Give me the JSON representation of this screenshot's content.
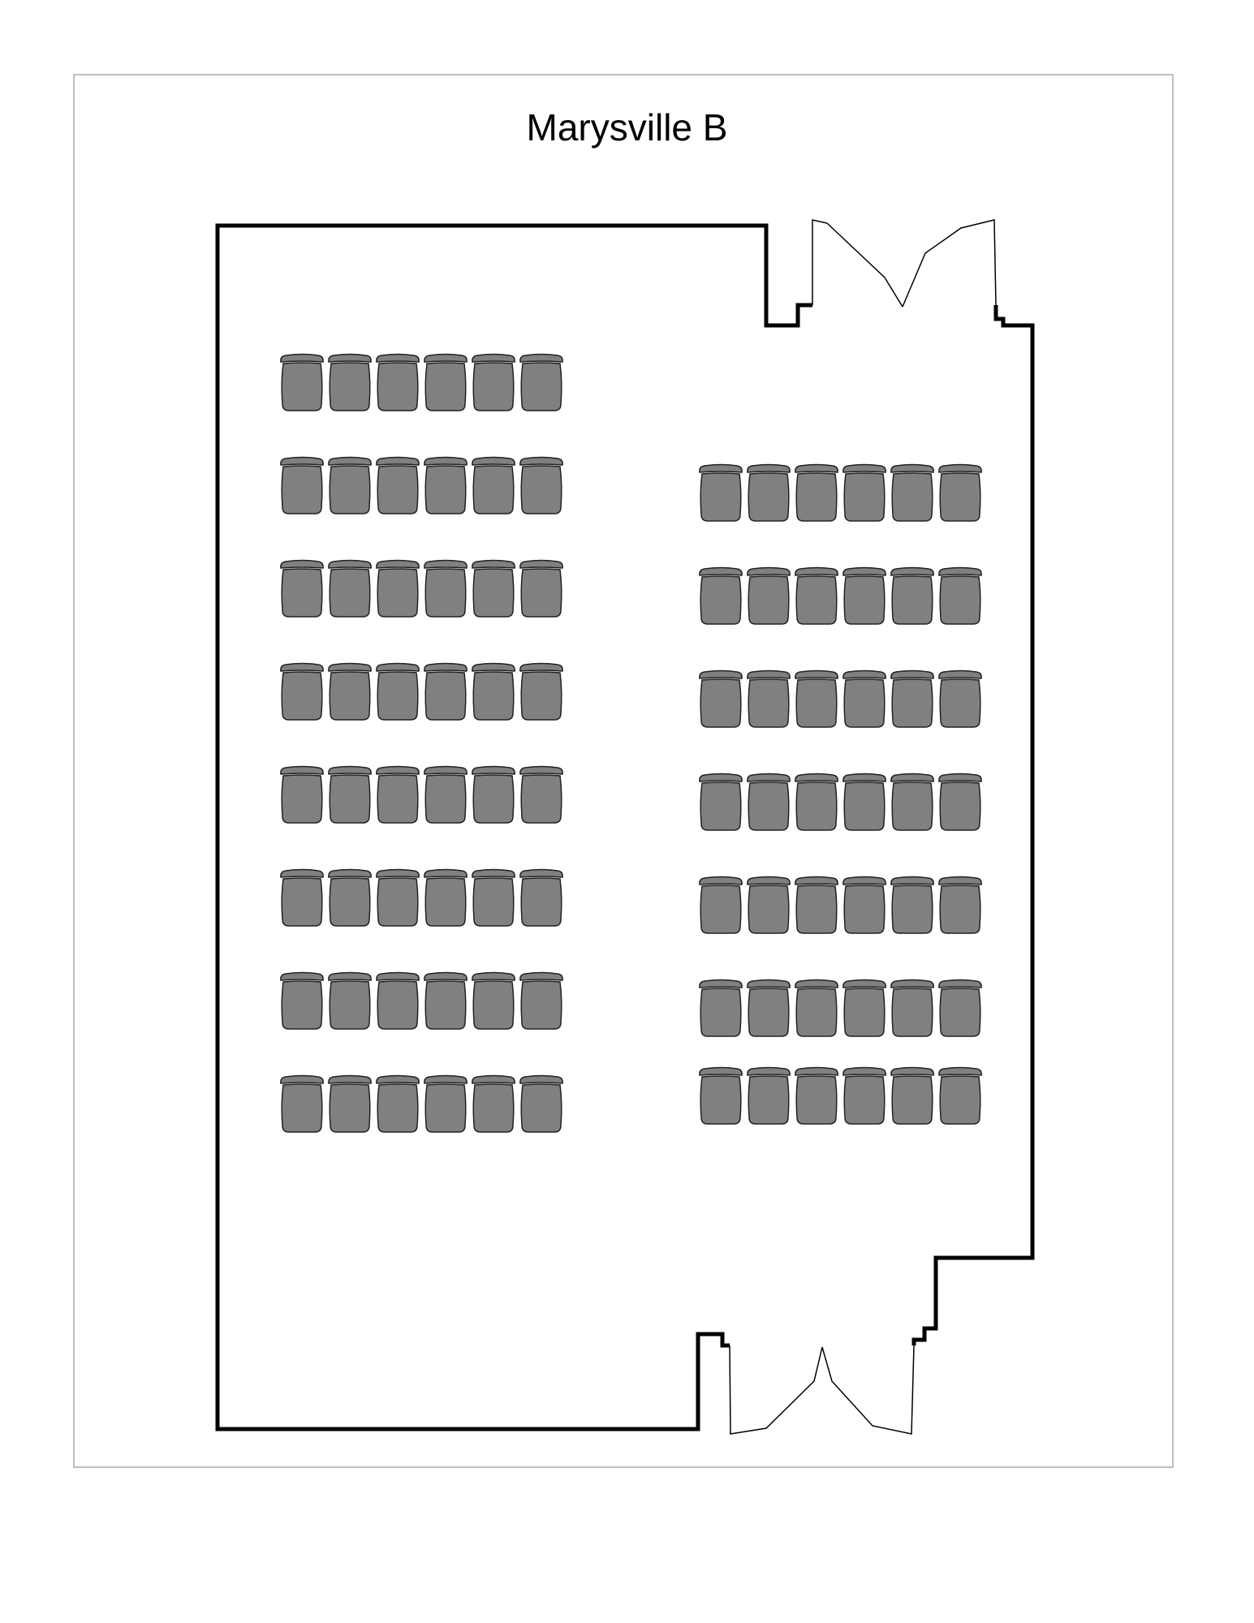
{
  "room": {
    "title": "Marysville B"
  },
  "colors": {
    "seat_fill": "#808080",
    "seat_stroke": "#222222",
    "wall": "#000000",
    "frame": "#bfbfbf"
  },
  "seating": {
    "left_section": {
      "rows": 8,
      "seats_per_row": 6
    },
    "right_section": {
      "rows": 7,
      "seats_per_row": 6
    }
  },
  "doors": [
    {
      "name": "top-right-double-door"
    },
    {
      "name": "bottom-double-door"
    }
  ]
}
